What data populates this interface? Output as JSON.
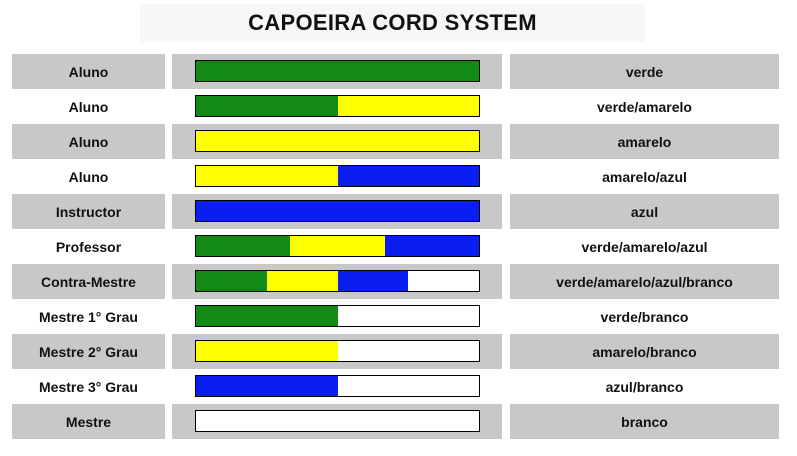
{
  "title": "CAPOEIRA CORD SYSTEM",
  "colors": {
    "verde": "#138a13",
    "amarelo": "#ffff00",
    "azul": "#0b1ef0",
    "branco": "#ffffff"
  },
  "rows": [
    {
      "rank": "Aluno",
      "cord": "verde",
      "segments": [
        {
          "color": "verde",
          "fraction": 1.0
        }
      ]
    },
    {
      "rank": "Aluno",
      "cord": "verde/amarelo",
      "segments": [
        {
          "color": "verde",
          "fraction": 0.5
        },
        {
          "color": "amarelo",
          "fraction": 0.5
        }
      ]
    },
    {
      "rank": "Aluno",
      "cord": "amarelo",
      "segments": [
        {
          "color": "amarelo",
          "fraction": 1.0
        }
      ]
    },
    {
      "rank": "Aluno",
      "cord": "amarelo/azul",
      "segments": [
        {
          "color": "amarelo",
          "fraction": 0.5
        },
        {
          "color": "azul",
          "fraction": 0.5
        }
      ]
    },
    {
      "rank": "Instructor",
      "cord": "azul",
      "segments": [
        {
          "color": "azul",
          "fraction": 1.0
        }
      ]
    },
    {
      "rank": "Professor",
      "cord": "verde/amarelo/azul",
      "segments": [
        {
          "color": "verde",
          "fraction": 0.333
        },
        {
          "color": "amarelo",
          "fraction": 0.334
        },
        {
          "color": "azul",
          "fraction": 0.333
        }
      ]
    },
    {
      "rank": "Contra-Mestre",
      "cord": "verde/amarelo/azul/branco",
      "segments": [
        {
          "color": "verde",
          "fraction": 0.25
        },
        {
          "color": "amarelo",
          "fraction": 0.25
        },
        {
          "color": "azul",
          "fraction": 0.25
        },
        {
          "color": "branco",
          "fraction": 0.25
        }
      ]
    },
    {
      "rank": "Mestre 1° Grau",
      "cord": "verde/branco",
      "segments": [
        {
          "color": "verde",
          "fraction": 0.5
        },
        {
          "color": "branco",
          "fraction": 0.5
        }
      ]
    },
    {
      "rank": "Mestre 2° Grau",
      "cord": "amarelo/branco",
      "segments": [
        {
          "color": "amarelo",
          "fraction": 0.5
        },
        {
          "color": "branco",
          "fraction": 0.5
        }
      ]
    },
    {
      "rank": "Mestre 3° Grau",
      "cord": "azul/branco",
      "segments": [
        {
          "color": "azul",
          "fraction": 0.5
        },
        {
          "color": "branco",
          "fraction": 0.5
        }
      ]
    },
    {
      "rank": "Mestre",
      "cord": "branco",
      "segments": [
        {
          "color": "branco",
          "fraction": 1.0
        }
      ]
    }
  ]
}
